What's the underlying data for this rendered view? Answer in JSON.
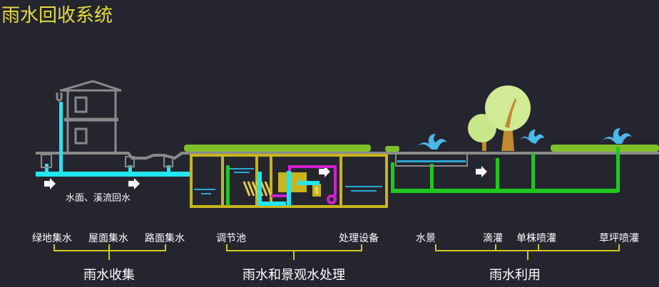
{
  "title": "雨水回收系统",
  "annotation": "水面、溪流回水",
  "groups": [
    {
      "name": "雨水收集",
      "items": [
        "绿地集水",
        "屋面集水",
        "路面集水"
      ]
    },
    {
      "name": "雨水和景观水处理",
      "items": [
        "调节池",
        "处理设备"
      ]
    },
    {
      "name": "雨水利用",
      "items": [
        "水景",
        "滴灌",
        "单株喷灌",
        "草坪喷灌"
      ]
    }
  ],
  "colors": {
    "background": "#25252f",
    "title": "#e6dc3c",
    "rain_pipe": "#22e6f0",
    "reuse_pipe": "#1ec81e",
    "tank": "#c8b41e",
    "equipment_pipe": "#d21ed2",
    "structure": "#8a8a8a",
    "bracket": "#d2c81e"
  }
}
